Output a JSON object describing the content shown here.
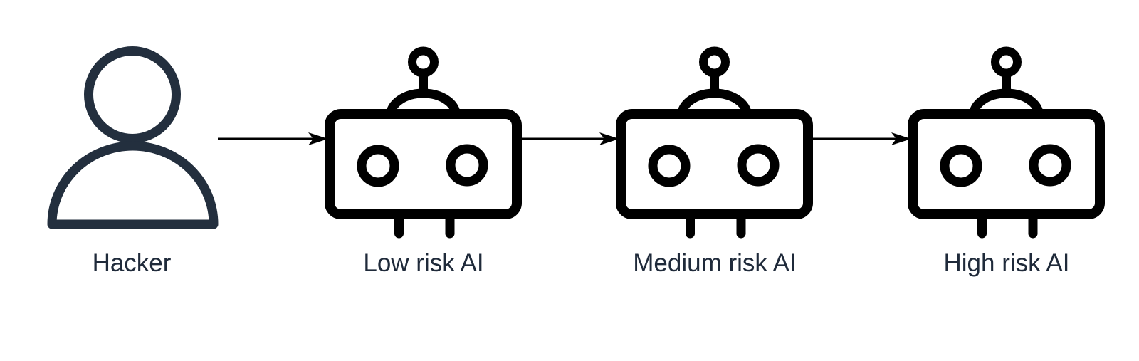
{
  "diagram": {
    "title": "",
    "nodes": [
      {
        "id": "hacker",
        "type": "person",
        "icon": "person-icon",
        "label": "Hacker"
      },
      {
        "id": "low-risk-ai",
        "type": "robot",
        "icon": "robot-icon",
        "label": "Low risk AI"
      },
      {
        "id": "medium-risk-ai",
        "type": "robot",
        "icon": "robot-icon",
        "label": "Medium risk AI"
      },
      {
        "id": "high-risk-ai",
        "type": "robot",
        "icon": "robot-icon",
        "label": "High risk AI"
      }
    ],
    "edges": [
      {
        "from": "hacker",
        "to": "low-risk-ai",
        "style": "solid-arrow"
      },
      {
        "from": "low-risk-ai",
        "to": "medium-risk-ai",
        "style": "solid-arrow"
      },
      {
        "from": "medium-risk-ai",
        "to": "high-risk-ai",
        "style": "solid-arrow"
      }
    ],
    "colors": {
      "person_icon": "#232F3E",
      "robot_icon": "#000000",
      "arrow": "#000000",
      "label": "#1F2A3A",
      "background": "#FFFFFF"
    }
  }
}
